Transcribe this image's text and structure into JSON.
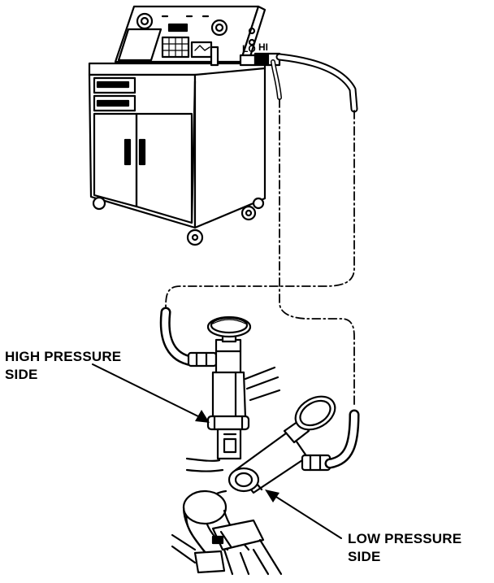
{
  "diagram": {
    "labels": {
      "high_pressure_line1": "HIGH PRESSURE",
      "high_pressure_line2": "SIDE",
      "low_pressure_line1": "LOW PRESSURE",
      "low_pressure_line2": "SIDE"
    },
    "station_port_labels": {
      "lo": "LO",
      "hi": "HI"
    },
    "colors": {
      "ink": "#000000",
      "paper": "#ffffff"
    }
  }
}
